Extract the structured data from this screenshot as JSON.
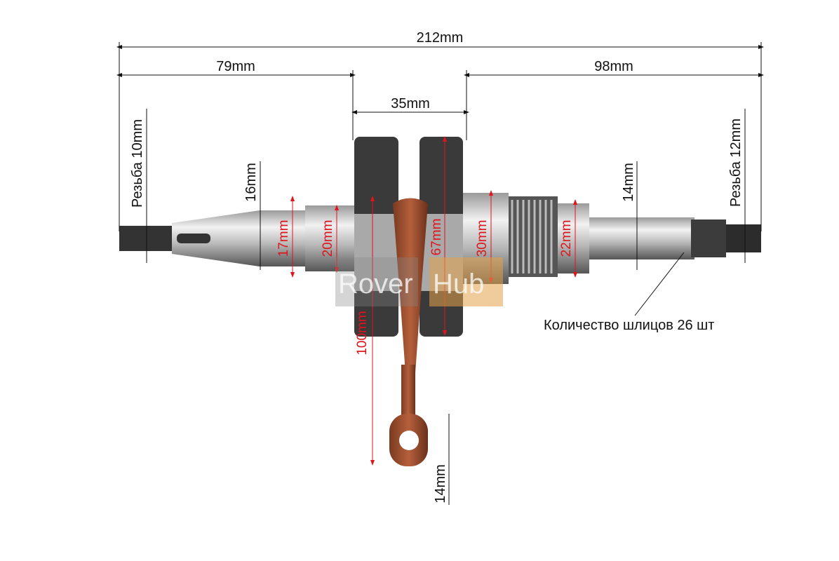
{
  "dimensions": {
    "total_length": "212mm",
    "left_shaft": "79mm",
    "right_shaft": "98mm",
    "web_width": "35mm",
    "left_thread": "Резьба 10mm",
    "right_thread": "Резьба 12mm",
    "left_taper": "16mm",
    "left_seat": "17mm",
    "left_bearing": "20mm",
    "web_diameter": "67mm",
    "right_bearing": "30mm",
    "right_seat": "22mm",
    "right_shaft_dia": "14mm",
    "rod_length": "100mm",
    "small_end": "14mm"
  },
  "spline_note": "Количество шлицов 26 шт",
  "watermark": {
    "part1": "Rover",
    "part2": "Hub"
  }
}
